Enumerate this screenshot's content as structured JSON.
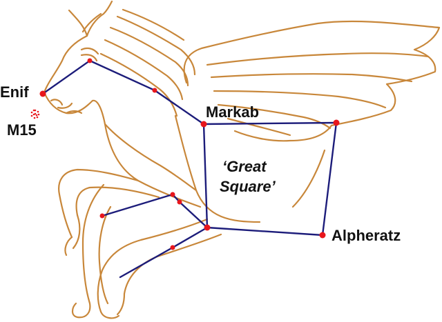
{
  "colors": {
    "outline": "#c8873a",
    "lines": "#1c1c7a",
    "stars": "#e8161c",
    "text": "#111111"
  },
  "labels": {
    "enif": "Enif",
    "m15": "M15",
    "markab": "Markab",
    "great_square_line1": "‘Great",
    "great_square_line2": "Square’",
    "alpheratz": "Alpheratz"
  }
}
